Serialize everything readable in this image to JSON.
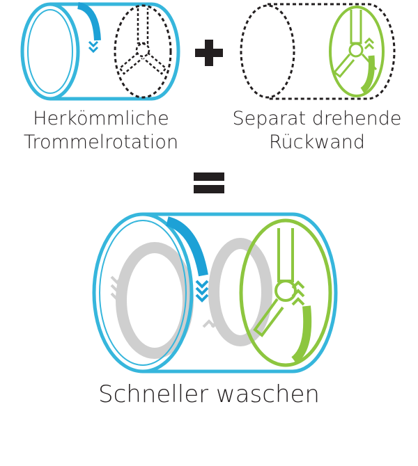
{
  "labels": {
    "conventional_line1": "Herkömmliche",
    "conventional_line2": "Trommelrotation",
    "separate_line1": "Separat drehende",
    "separate_line2": "Rückwand",
    "result": "Schneller waschen"
  },
  "operators": {
    "plus": "+",
    "equals": "="
  },
  "colors": {
    "drum_blue": "#36b6dc",
    "arrow_blue": "#1da1d6",
    "backplate_green": "#8dc63f",
    "rotation_gray": "#cfcfcf",
    "dashed_outline": "#231f20",
    "text": "#231f20"
  },
  "icons": {
    "conventional_drum": "drum-rotation-icon",
    "separate_backplate": "backplate-rotation-icon",
    "combined": "combined-drum-icon"
  }
}
